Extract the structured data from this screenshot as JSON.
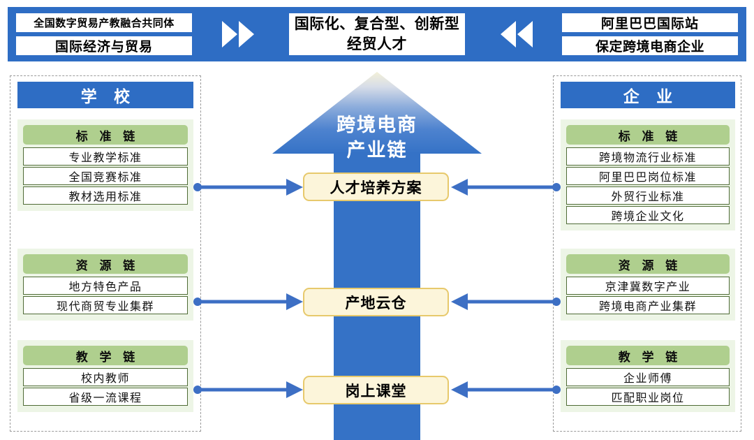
{
  "banner": {
    "left": [
      {
        "text": "全国数字贸易产教融合共同体"
      },
      {
        "text": "国际经济与贸易"
      }
    ],
    "center": {
      "text": "国际化、复合型、创新型经贸人才"
    },
    "right": [
      {
        "text": "阿里巴巴国际站"
      },
      {
        "text": "保定跨境电商企业"
      }
    ],
    "left_arrow_icon": "double-chevron-right-icon",
    "right_arrow_icon": "double-chevron-left-icon",
    "background_color": "#2E6DC4"
  },
  "center": {
    "arrow_label_line1": "跨境电商",
    "arrow_label_line2": "产业链",
    "hubs": [
      {
        "label": "人才培养方案"
      },
      {
        "label": "产地云仓"
      },
      {
        "label": "岗上课堂"
      }
    ],
    "hub_fill": "#FCF5DA",
    "hub_border": "#E7C96C",
    "arrow_color": "#3572C6"
  },
  "left_panel": {
    "title": "学 校",
    "chains": [
      {
        "title": "标 准 链",
        "items": [
          "专业教学标准",
          "全国竞赛标准",
          "教材选用标准"
        ]
      },
      {
        "title": "资 源 链",
        "items": [
          "地方特色产品",
          "现代商贸专业集群"
        ]
      },
      {
        "title": "教 学 链",
        "items": [
          "校内教师",
          "省级一流课程"
        ]
      }
    ]
  },
  "right_panel": {
    "title": "企 业",
    "chains": [
      {
        "title": "标 准 链",
        "items": [
          "跨境物流行业标准",
          "阿里巴巴岗位标准",
          "外贸行业标准",
          "跨境企业文化"
        ]
      },
      {
        "title": "资 源 链",
        "items": [
          "京津冀数字产业",
          "跨境电商产业集群"
        ]
      },
      {
        "title": "教 学 链",
        "items": [
          "企业师傅",
          "匹配职业岗位"
        ]
      }
    ]
  },
  "colors": {
    "blue": "#2E6DC4",
    "green_header": "#AFCF8E",
    "green_bg": "#EDF5E6",
    "item_border": "#4F6B36",
    "connector": "#3D6FC4"
  }
}
